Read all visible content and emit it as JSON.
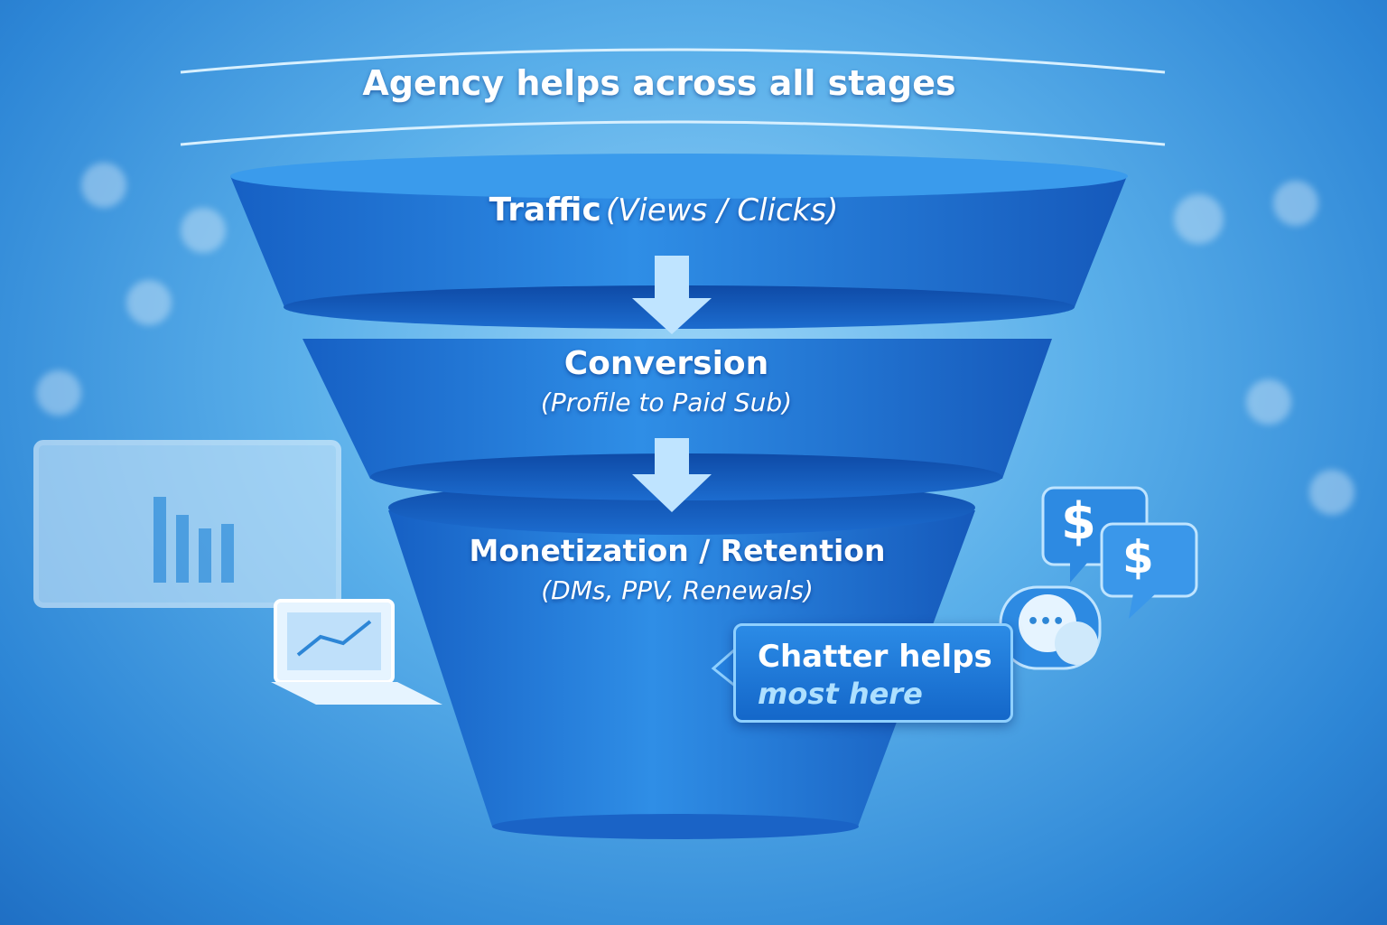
{
  "title": "Agency helps across all stages",
  "stages": [
    {
      "name": "Traffic",
      "detail": "(Views / Clicks)"
    },
    {
      "name": "Conversion",
      "detail": "(Profile to Paid Sub)"
    },
    {
      "name": "Monetization / Retention",
      "detail": "(DMs, PPV, Renewals)"
    }
  ],
  "callout": {
    "line1": "Chatter helps",
    "line2": "most here"
  },
  "icons": {
    "dollar_symbol": "$",
    "chat_dots": "•••"
  },
  "colors": {
    "funnel": "#1a73d6",
    "accent": "#8fd0ff"
  }
}
